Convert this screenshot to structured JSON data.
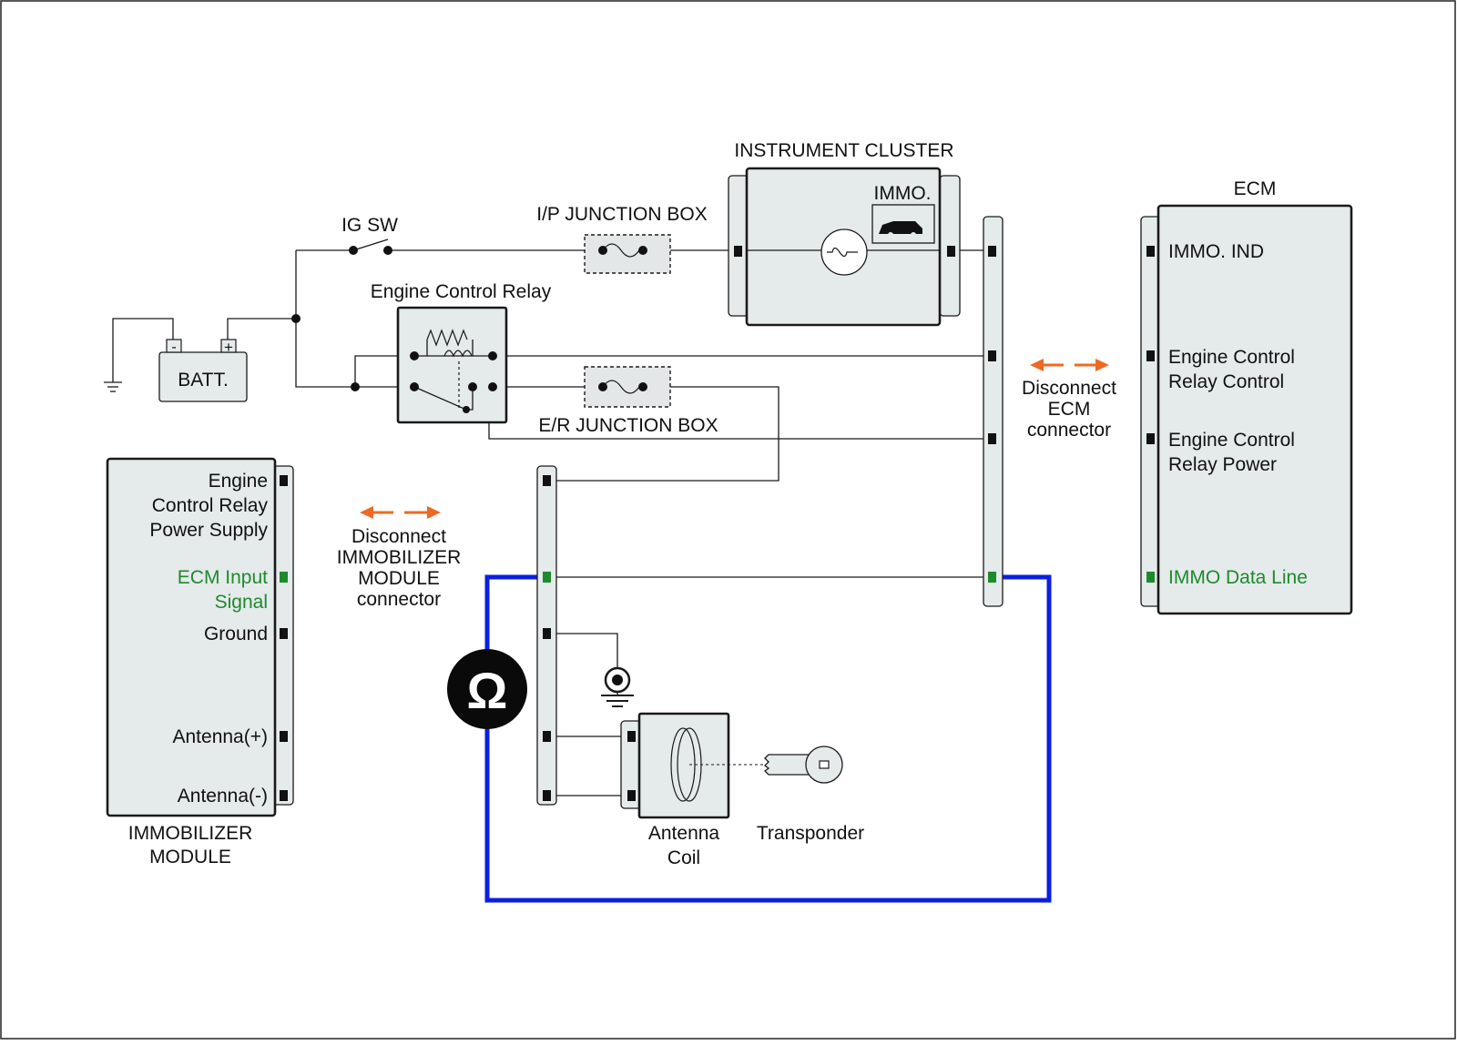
{
  "labels": {
    "instrument_cluster": "INSTRUMENT CLUSTER",
    "immo_indicator": "IMMO.",
    "ecm": "ECM",
    "ig_sw": "IG SW",
    "ip_junction_box": "I/P JUNCTION BOX",
    "engine_control_relay": "Engine Control Relay",
    "batt": "BATT.",
    "er_junction_box": "E/R JUNCTION BOX",
    "antenna_coil_1": "Antenna",
    "antenna_coil_2": "Coil",
    "transponder": "Transponder",
    "immobilizer_module_1": "IMMOBILIZER",
    "immobilizer_module_2": "MODULE",
    "omega": "Ω",
    "batt_minus": "-",
    "batt_plus": "+"
  },
  "ecm_pins": [
    {
      "lines": [
        "IMMO. IND"
      ],
      "highlight": false
    },
    {
      "lines": [
        "Engine Control",
        "Relay Control"
      ],
      "highlight": false
    },
    {
      "lines": [
        "Engine Control",
        "Relay Power"
      ],
      "highlight": false
    },
    {
      "lines": [
        "IMMO Data Line"
      ],
      "highlight": true
    }
  ],
  "module_pins": [
    {
      "lines": [
        "Engine",
        "Control Relay",
        "Power Supply"
      ],
      "highlight": false
    },
    {
      "lines": [
        "ECM Input",
        "Signal"
      ],
      "highlight": true
    },
    {
      "lines": [
        "Ground"
      ],
      "highlight": false
    },
    {
      "lines": [
        "Antenna(+)"
      ],
      "highlight": false
    },
    {
      "lines": [
        "Antenna(-)"
      ],
      "highlight": false
    }
  ],
  "notes": {
    "disconnect_ecm": [
      "Disconnect",
      "ECM",
      "connector"
    ],
    "disconnect_module": [
      "Disconnect",
      "IMMOBILIZER",
      "MODULE",
      "connector"
    ]
  },
  "colors": {
    "highlight": "#1e8a2e",
    "meter_loop": "#0a1fe0",
    "arrow": "#ee6a22"
  }
}
